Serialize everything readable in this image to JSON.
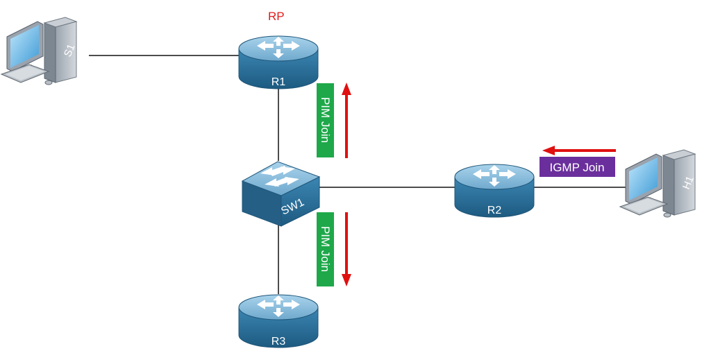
{
  "colors": {
    "link": "#111111",
    "device_top": "#8fbfdc",
    "device_side": "#2c6f97",
    "device_edge": "#1f5678",
    "rp_label": "#e01b1b",
    "pim_badge": "#1ea84a",
    "igmp_badge": "#6a2f9c",
    "arrow": "#e01010"
  },
  "devices": {
    "r1": {
      "label": "R1",
      "icon": "router-icon"
    },
    "r2": {
      "label": "R2",
      "icon": "router-icon"
    },
    "r3": {
      "label": "R3",
      "icon": "router-icon"
    },
    "sw1": {
      "label": "SW1",
      "icon": "switch-icon"
    },
    "s1": {
      "label": "S1",
      "icon": "computer-icon"
    },
    "h1": {
      "label": "H1",
      "icon": "computer-icon"
    }
  },
  "annotations": {
    "rp": "RP",
    "pim_join_up": "PIM Join",
    "pim_join_down": "PIM Join",
    "igmp_join": "IGMP Join"
  }
}
